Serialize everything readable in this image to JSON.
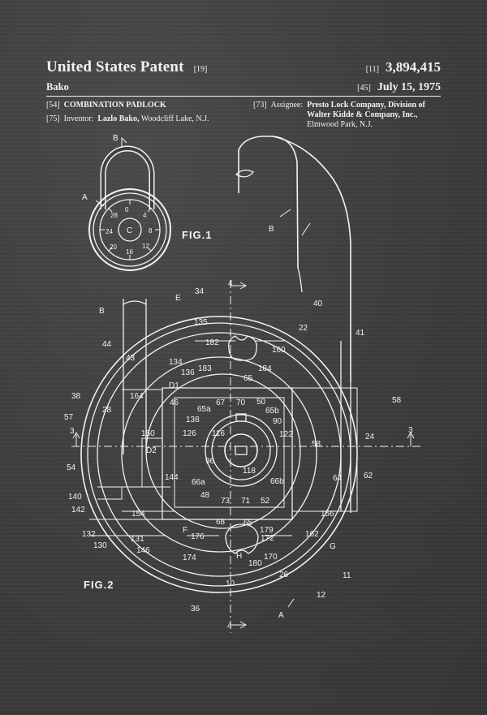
{
  "header": {
    "title": "United States Patent",
    "title_code": "[19]",
    "inventor_surname": "Bako",
    "patent_code": "[11]",
    "patent_number": "3,894,415",
    "date_code": "[45]",
    "date": "July 15, 1975"
  },
  "bibliographic": {
    "title_code": "[54]",
    "title": "COMBINATION PADLOCK",
    "inventor_code": "[75]",
    "inventor_label": "Inventor:",
    "inventor_name": "Lazlo Bako,",
    "inventor_location": "Woodcliff Lake, N.J.",
    "assignee_code": "[73]",
    "assignee_label": "Assignee:",
    "assignee_line1": "Presto Lock Company, Division of",
    "assignee_line2": "Walter Kidde & Company, Inc.,",
    "assignee_line3": "Elmwood Park, N.J."
  },
  "figures": {
    "fig1_label": "FIG.1",
    "fig2_label": "FIG.2"
  },
  "drawing_labels": {
    "fig1": {
      "B": "B",
      "A": "A",
      "C": "C"
    },
    "fig2": {
      "B_top": "B",
      "40": "40",
      "41": "41",
      "4_top": "4",
      "34": "34",
      "E": "E",
      "B_left": "B",
      "135": "135",
      "22": "22",
      "44": "44",
      "182": "182",
      "160": "160",
      "43": "43",
      "134": "134",
      "183": "183",
      "184": "184",
      "136": "136",
      "65_top": "65",
      "D1": "D1",
      "164": "164",
      "46": "46",
      "67": "67",
      "70": "70",
      "50": "50",
      "65b": "65b",
      "58_right": "58",
      "38": "38",
      "28": "28",
      "65a": "65a",
      "138": "138",
      "90": "90",
      "57": "57",
      "126": "126",
      "116": "116",
      "122": "122",
      "3_left": "3",
      "150": "150",
      "58_mid": "58",
      "24": "24",
      "3_right": "3",
      "D2": "D2",
      "96": "96",
      "54": "54",
      "118": "118",
      "64": "64",
      "62": "62",
      "144": "144",
      "66a": "66a",
      "66b": "66b",
      "140": "140",
      "48": "48",
      "142": "142",
      "73": "73",
      "71": "71",
      "52": "52",
      "154": "154",
      "156": "156",
      "68": "68",
      "65_low": "65",
      "F": "F",
      "132": "132",
      "176": "176",
      "179": "179",
      "162": "162",
      "131": "131",
      "172": "172",
      "130": "130",
      "146": "146",
      "G": "G",
      "174": "174",
      "H": "H",
      "170": "170",
      "180": "180",
      "26": "26",
      "11": "11",
      "10": "10",
      "12": "12",
      "36": "36",
      "A": "A",
      "4_bottom": "4"
    }
  }
}
